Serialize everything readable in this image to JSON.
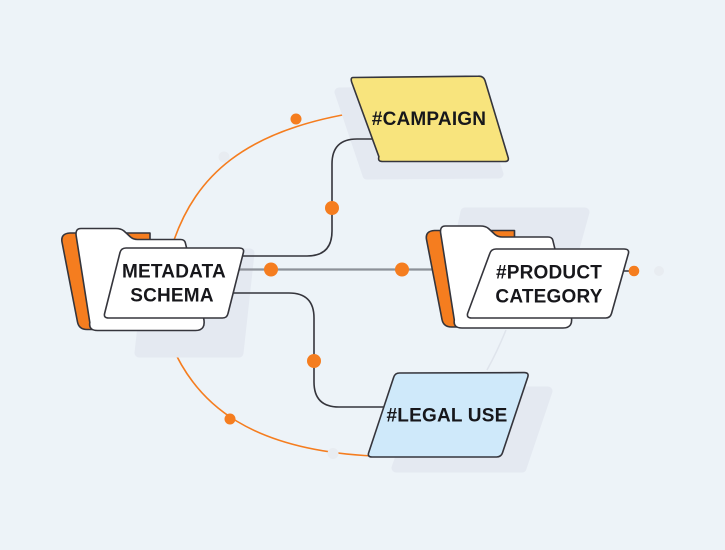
{
  "colors": {
    "background": "#edf3f8",
    "orange": "#f57d1f",
    "yellow": "#f8e47d",
    "light_blue": "#cfe9fa",
    "shadow": "#e4e9f1",
    "outline": "#35353c",
    "connector_gray": "#8d9199",
    "dot_light": "#e8ecf1",
    "white": "#ffffff",
    "text": "#17171b"
  },
  "nodes": {
    "metadata_schema": {
      "line1": "METADATA",
      "line2": "SCHEMA"
    },
    "campaign": {
      "label": "#CAMPAIGN"
    },
    "product_category": {
      "line1": "#PRODUCT",
      "line2": "CATEGORY"
    },
    "legal_use": {
      "label": "#LEGAL USE"
    }
  }
}
